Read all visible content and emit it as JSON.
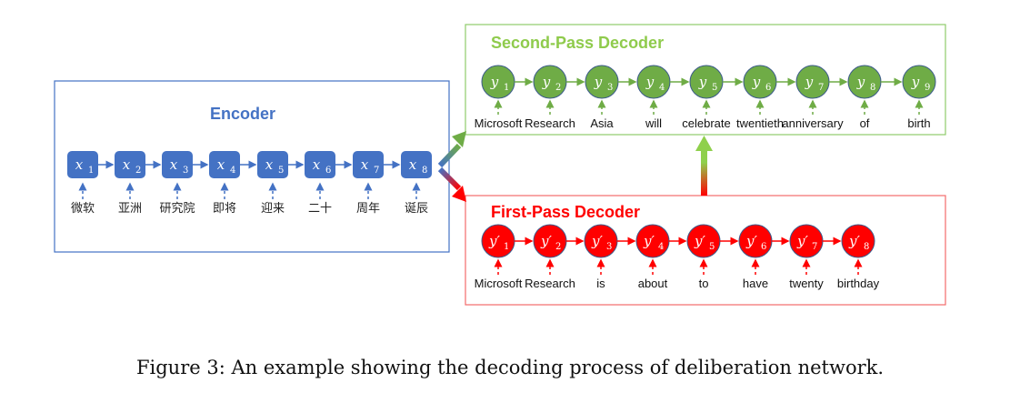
{
  "encoder": {
    "title": "Encoder",
    "symbol": "x",
    "tokens": [
      "微软",
      "亚洲",
      "研究院",
      "即将",
      "迎来",
      "二十",
      "周年",
      "诞辰"
    ],
    "colors": {
      "border": "#4472c4",
      "node": "#4472c4",
      "title": "#4472c4"
    }
  },
  "second_pass": {
    "title": "Second-Pass Decoder",
    "symbol": "y",
    "prime": false,
    "tokens": [
      "Microsoft",
      "Research",
      "Asia",
      "will",
      "celebrate",
      "twentieth",
      "anniversary",
      "of",
      "birth"
    ],
    "colors": {
      "border": "#8fcb6c",
      "node": "#6fac46",
      "title": "#8fcb4c",
      "arrow": "#6fac46"
    }
  },
  "first_pass": {
    "title": "First-Pass Decoder",
    "symbol": "y",
    "prime": true,
    "tokens": [
      "Microsoft",
      "Research",
      "is",
      "about",
      "to",
      "have",
      "twenty",
      "birthday"
    ],
    "colors": {
      "border": "#f26b6b",
      "node": "#ff0000",
      "title": "#ff0000",
      "arrow": "#ff0000"
    }
  },
  "caption": "Figure 3: An example showing the decoding process of deliberation network."
}
